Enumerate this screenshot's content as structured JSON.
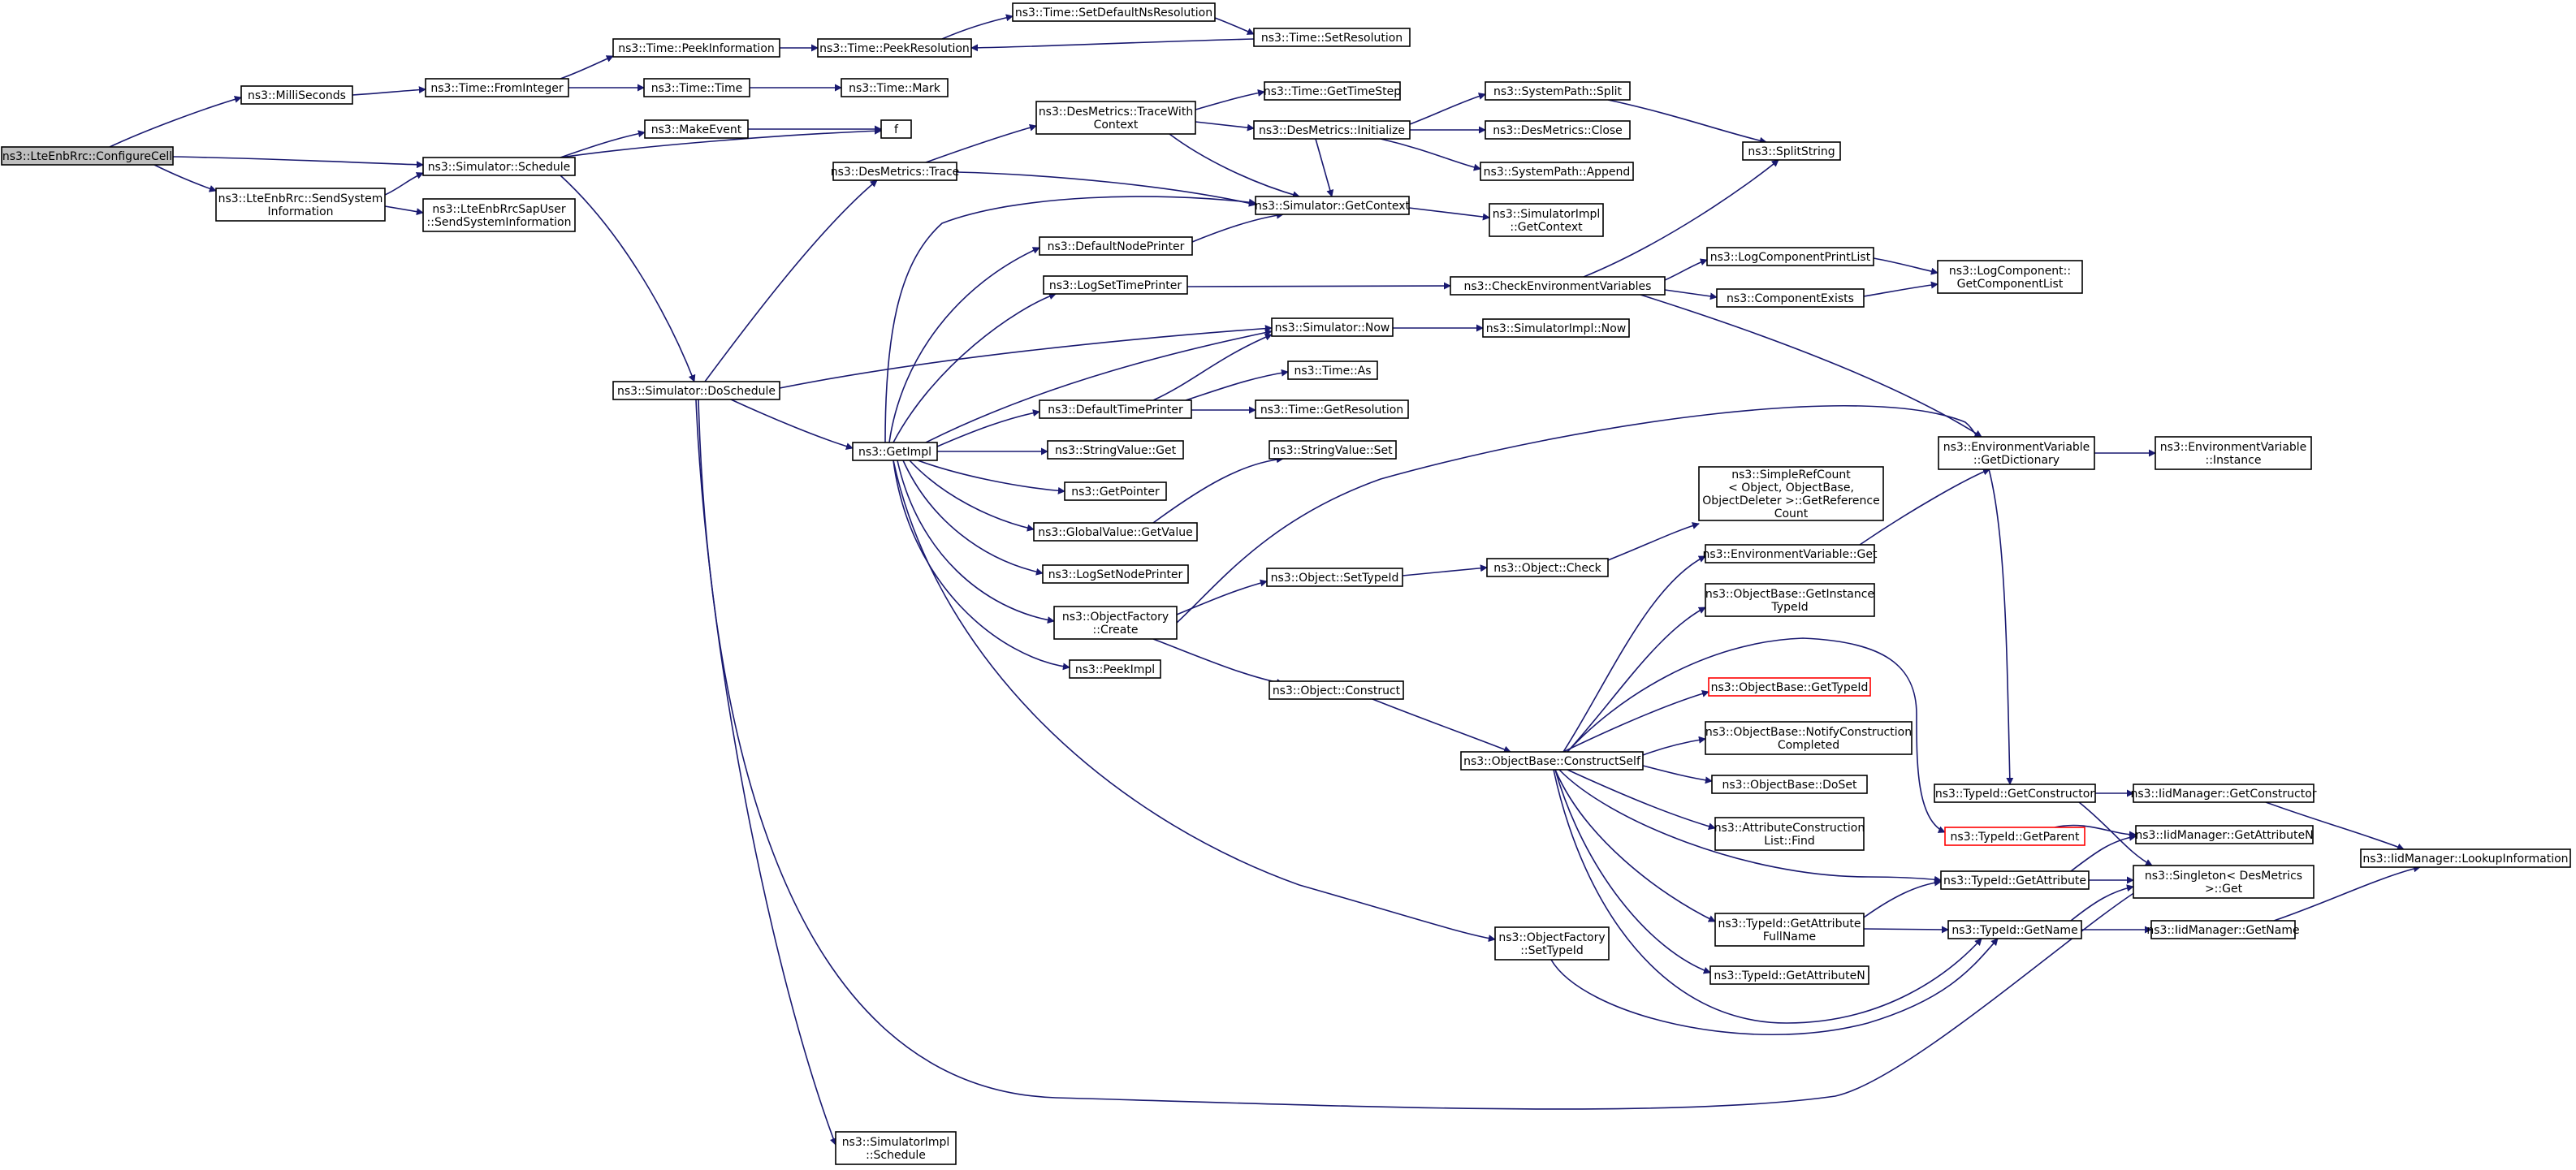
{
  "diagram": {
    "colors": {
      "edge": "#191970",
      "root_fill": "#bfbfbf",
      "node_border": "#000000",
      "highlight_border": "#ff0000"
    },
    "nodes": [
      {
        "id": "configureCell",
        "lines": [
          "ns3::LteEnbRrc::ConfigureCell"
        ],
        "style": "root"
      },
      {
        "id": "milliSeconds",
        "lines": [
          "ns3::MilliSeconds"
        ]
      },
      {
        "id": "sendSysInfo",
        "lines": [
          "ns3::LteEnbRrc::SendSystem",
          "Information"
        ]
      },
      {
        "id": "fromInteger",
        "lines": [
          "ns3::Time::FromInteger"
        ]
      },
      {
        "id": "schedule",
        "lines": [
          "ns3::Simulator::Schedule"
        ]
      },
      {
        "id": "sapUserSendSysInfo",
        "lines": [
          "ns3::LteEnbRrcSapUser",
          "::SendSystemInformation"
        ]
      },
      {
        "id": "peekInformation",
        "lines": [
          "ns3::Time::PeekInformation"
        ]
      },
      {
        "id": "timeTime",
        "lines": [
          "ns3::Time::Time"
        ]
      },
      {
        "id": "makeEvent",
        "lines": [
          "ns3::MakeEvent"
        ]
      },
      {
        "id": "f",
        "lines": [
          "f"
        ]
      },
      {
        "id": "peekResolution",
        "lines": [
          "ns3::Time::PeekResolution"
        ]
      },
      {
        "id": "timeMark",
        "lines": [
          "ns3::Time::Mark"
        ]
      },
      {
        "id": "setDefaultNsRes",
        "lines": [
          "ns3::Time::SetDefaultNsResolution"
        ]
      },
      {
        "id": "setResolution",
        "lines": [
          "ns3::Time::SetResolution"
        ]
      },
      {
        "id": "doSchedule",
        "lines": [
          "ns3::Simulator::DoSchedule"
        ]
      },
      {
        "id": "desTrace",
        "lines": [
          "ns3::DesMetrics::Trace"
        ]
      },
      {
        "id": "getImpl",
        "lines": [
          "ns3::GetImpl"
        ]
      },
      {
        "id": "implSchedule",
        "lines": [
          "ns3::SimulatorImpl",
          "::Schedule"
        ]
      },
      {
        "id": "traceWithContext",
        "lines": [
          "ns3::DesMetrics::TraceWith",
          "Context"
        ]
      },
      {
        "id": "getTimeStep",
        "lines": [
          "ns3::Time::GetTimeStep"
        ]
      },
      {
        "id": "desInitialize",
        "lines": [
          "ns3::DesMetrics::Initialize"
        ]
      },
      {
        "id": "getContext",
        "lines": [
          "ns3::Simulator::GetContext"
        ]
      },
      {
        "id": "defaultNodePrinter",
        "lines": [
          "ns3::DefaultNodePrinter"
        ]
      },
      {
        "id": "logSetTimePrinter",
        "lines": [
          "ns3::LogSetTimePrinter"
        ]
      },
      {
        "id": "simNow",
        "lines": [
          "ns3::Simulator::Now"
        ]
      },
      {
        "id": "timeAs",
        "lines": [
          "ns3::Time::As"
        ]
      },
      {
        "id": "defaultTimePrinter",
        "lines": [
          "ns3::DefaultTimePrinter"
        ]
      },
      {
        "id": "timeGetResolution",
        "lines": [
          "ns3::Time::GetResolution"
        ]
      },
      {
        "id": "stringValueGet",
        "lines": [
          "ns3::StringValue::Get"
        ]
      },
      {
        "id": "stringValueSet",
        "lines": [
          "ns3::StringValue::Set"
        ]
      },
      {
        "id": "getPointer",
        "lines": [
          "ns3::GetPointer"
        ]
      },
      {
        "id": "globalValueGetValue",
        "lines": [
          "ns3::GlobalValue::GetValue"
        ]
      },
      {
        "id": "logSetNodePrinter",
        "lines": [
          "ns3::LogSetNodePrinter"
        ]
      },
      {
        "id": "objectFactoryCreate",
        "lines": [
          "ns3::ObjectFactory",
          "::Create"
        ]
      },
      {
        "id": "peekImpl",
        "lines": [
          "ns3::PeekImpl"
        ]
      },
      {
        "id": "objectConstruct",
        "lines": [
          "ns3::Object::Construct"
        ]
      },
      {
        "id": "objectSetTypeId",
        "lines": [
          "ns3::Object::SetTypeId"
        ]
      },
      {
        "id": "objectCheck",
        "lines": [
          "ns3::Object::Check"
        ]
      },
      {
        "id": "simpleRefCount",
        "lines": [
          "ns3::SimpleRefCount",
          "< Object, ObjectBase,",
          "ObjectDeleter >::GetReference",
          "Count"
        ]
      },
      {
        "id": "systemPathSplit",
        "lines": [
          "ns3::SystemPath::Split"
        ]
      },
      {
        "id": "desClose",
        "lines": [
          "ns3::DesMetrics::Close"
        ]
      },
      {
        "id": "systemPathAppend",
        "lines": [
          "ns3::SystemPath::Append"
        ]
      },
      {
        "id": "splitString",
        "lines": [
          "ns3::SplitString"
        ]
      },
      {
        "id": "implGetContext",
        "lines": [
          "ns3::SimulatorImpl",
          "::GetContext"
        ]
      },
      {
        "id": "checkEnvVars",
        "lines": [
          "ns3::CheckEnvironmentVariables"
        ]
      },
      {
        "id": "implNow",
        "lines": [
          "ns3::SimulatorImpl::Now"
        ]
      },
      {
        "id": "logComponentPrintList",
        "lines": [
          "ns3::LogComponentPrintList"
        ]
      },
      {
        "id": "componentExists",
        "lines": [
          "ns3::ComponentExists"
        ]
      },
      {
        "id": "getComponentList",
        "lines": [
          "ns3::LogComponent::",
          "GetComponentList"
        ]
      },
      {
        "id": "envGetDictionary",
        "lines": [
          "ns3::EnvironmentVariable",
          "::GetDictionary"
        ]
      },
      {
        "id": "envInstance",
        "lines": [
          "ns3::EnvironmentVariable",
          "::Instance"
        ]
      },
      {
        "id": "envGet",
        "lines": [
          "ns3::EnvironmentVariable::Get"
        ]
      },
      {
        "id": "getInstanceTypeId",
        "lines": [
          "ns3::ObjectBase::GetInstance",
          "TypeId"
        ]
      },
      {
        "id": "objectBaseGetTypeId",
        "lines": [
          "ns3::ObjectBase::GetTypeId"
        ],
        "style": "red"
      },
      {
        "id": "notifyConstructionCompleted",
        "lines": [
          "ns3::ObjectBase::NotifyConstruction",
          "Completed"
        ]
      },
      {
        "id": "constructSelf",
        "lines": [
          "ns3::ObjectBase::ConstructSelf"
        ]
      },
      {
        "id": "objectBaseDoSet",
        "lines": [
          "ns3::ObjectBase::DoSet"
        ]
      },
      {
        "id": "attrConstructionListFind",
        "lines": [
          "ns3::AttributeConstruction",
          "List::Find"
        ]
      },
      {
        "id": "getAttributeFullName",
        "lines": [
          "ns3::TypeId::GetAttribute",
          "FullName"
        ]
      },
      {
        "id": "getAttributeN",
        "lines": [
          "ns3::TypeId::GetAttributeN"
        ]
      },
      {
        "id": "objectFactorySetTypeId",
        "lines": [
          "ns3::ObjectFactory",
          "::SetTypeId"
        ]
      },
      {
        "id": "typeIdGetConstructor",
        "lines": [
          "ns3::TypeId::GetConstructor"
        ]
      },
      {
        "id": "typeIdGetParent",
        "lines": [
          "ns3::TypeId::GetParent"
        ],
        "style": "red"
      },
      {
        "id": "typeIdGetAttribute",
        "lines": [
          "ns3::TypeId::GetAttribute"
        ]
      },
      {
        "id": "typeIdGetName",
        "lines": [
          "ns3::TypeId::GetName"
        ]
      },
      {
        "id": "iidGetConstructor",
        "lines": [
          "ns3::IidManager::GetConstructor"
        ]
      },
      {
        "id": "iidGetAttributeN",
        "lines": [
          "ns3::IidManager::GetAttributeN"
        ]
      },
      {
        "id": "singletonGet",
        "lines": [
          "ns3::Singleton< DesMetrics",
          ">::Get"
        ]
      },
      {
        "id": "iidGetName",
        "lines": [
          "ns3::IidManager::GetName"
        ]
      },
      {
        "id": "iidLookupInformation",
        "lines": [
          "ns3::IidManager::LookupInformation"
        ]
      }
    ]
  }
}
